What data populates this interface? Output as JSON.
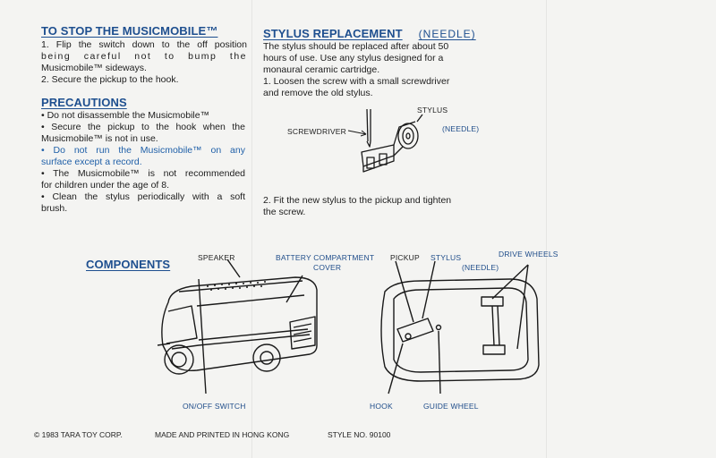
{
  "stop": {
    "title": "TO STOP THE MUSICMOBILE™",
    "lines": [
      "1. Flip the switch down to the off position",
      "being careful not to bump the",
      "Musicmobile™ sideways.",
      "2. Secure the pickup to the hook."
    ]
  },
  "precautions": {
    "title": "PRECAUTIONS",
    "lines": [
      "• Do not disassemble the Musicmobile™",
      "• Secure the pickup to the hook when the",
      "Musicmobile™ is not in use.",
      "• Do not run the Musicmobile™ on any",
      "surface except a record.",
      "• The Musicmobile™ is not recommended",
      "for children under the age of 8.",
      "• Clean the stylus periodically with a soft",
      "brush."
    ]
  },
  "stylus": {
    "title": "STYLUS REPLACEMENT",
    "subtitle": "(NEEDLE)",
    "lines": [
      "The stylus should be replaced after about 50",
      "hours of use. Use any stylus designed for a",
      "monaural ceramic cartridge.",
      "1. Loosen the screw with a small screwdriver",
      "and remove the old stylus."
    ],
    "diagram_labels": {
      "screwdriver": "SCREWDRIVER",
      "stylus": "STYLUS",
      "needle": "(NEEDLE)"
    },
    "step2_lines": [
      "2. Fit the new stylus to the pickup and tighten",
      "the screw."
    ]
  },
  "components": {
    "title": "COMPONENTS",
    "labels": {
      "speaker": "SPEAKER",
      "battery_line1": "BATTERY COMPARTMENT",
      "battery_line2": "COVER",
      "pickup": "PICKUP",
      "stylus": "STYLUS",
      "needle": "(NEEDLE)",
      "drive_wheels": "DRIVE WHEELS",
      "on_off_switch": "ON/OFF SWITCH",
      "hook": "HOOK",
      "guide_wheel": "GUIDE WHEEL"
    }
  },
  "footer": {
    "copyright": "© 1983 TARA TOY CORP.",
    "made_in": "MADE AND PRINTED IN HONG KONG",
    "style_no": "STYLE NO. 90100"
  }
}
